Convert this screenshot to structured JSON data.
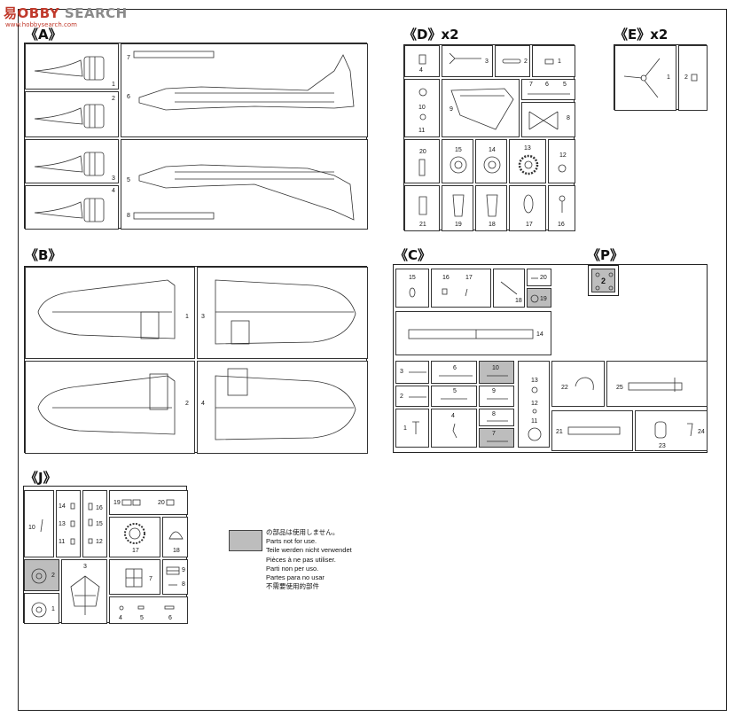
{
  "watermark": {
    "mark": "易",
    "text1": "OBBY",
    "text2": "SEARCH",
    "sub": "www.hobbysearch.com"
  },
  "sections": {
    "A": {
      "label": "《A》"
    },
    "B": {
      "label": "《B》"
    },
    "C": {
      "label": "《C》"
    },
    "D": {
      "label": "《D》x2"
    },
    "E": {
      "label": "《E》x2"
    },
    "P": {
      "label": "《P》"
    },
    "J": {
      "label": "《J》"
    }
  },
  "parts": {
    "A": [
      "1",
      "2",
      "3",
      "4",
      "5",
      "6",
      "7",
      "8"
    ],
    "B": [
      "1",
      "2",
      "3",
      "4"
    ],
    "D": [
      "1",
      "2",
      "3",
      "4",
      "5",
      "6",
      "7",
      "8",
      "9",
      "10",
      "11",
      "12",
      "13",
      "14",
      "15",
      "16",
      "17",
      "18",
      "19",
      "20",
      "21"
    ],
    "E": [
      "1",
      "2"
    ],
    "P": [
      "2"
    ],
    "C": [
      "1",
      "2",
      "3",
      "4",
      "5",
      "6",
      "7",
      "8",
      "9",
      "10",
      "11",
      "12",
      "13",
      "14",
      "15",
      "16",
      "17",
      "18",
      "19",
      "20",
      "21",
      "22",
      "23",
      "24",
      "25"
    ],
    "J": [
      "1",
      "2",
      "3",
      "4",
      "5",
      "6",
      "7",
      "8",
      "9",
      "10",
      "11",
      "12",
      "13",
      "14",
      "15",
      "16",
      "17",
      "18",
      "19",
      "20"
    ]
  },
  "legend": {
    "swatch_color": "#bdbdbd",
    "lines": [
      "の部品は使用しません。",
      "Parts not for use.",
      "Teile werden nicht verwendet",
      "Pièces à ne pas utiliser.",
      "Parti non per uso.",
      "Partes para no usar",
      "不需要使用的部件"
    ]
  }
}
